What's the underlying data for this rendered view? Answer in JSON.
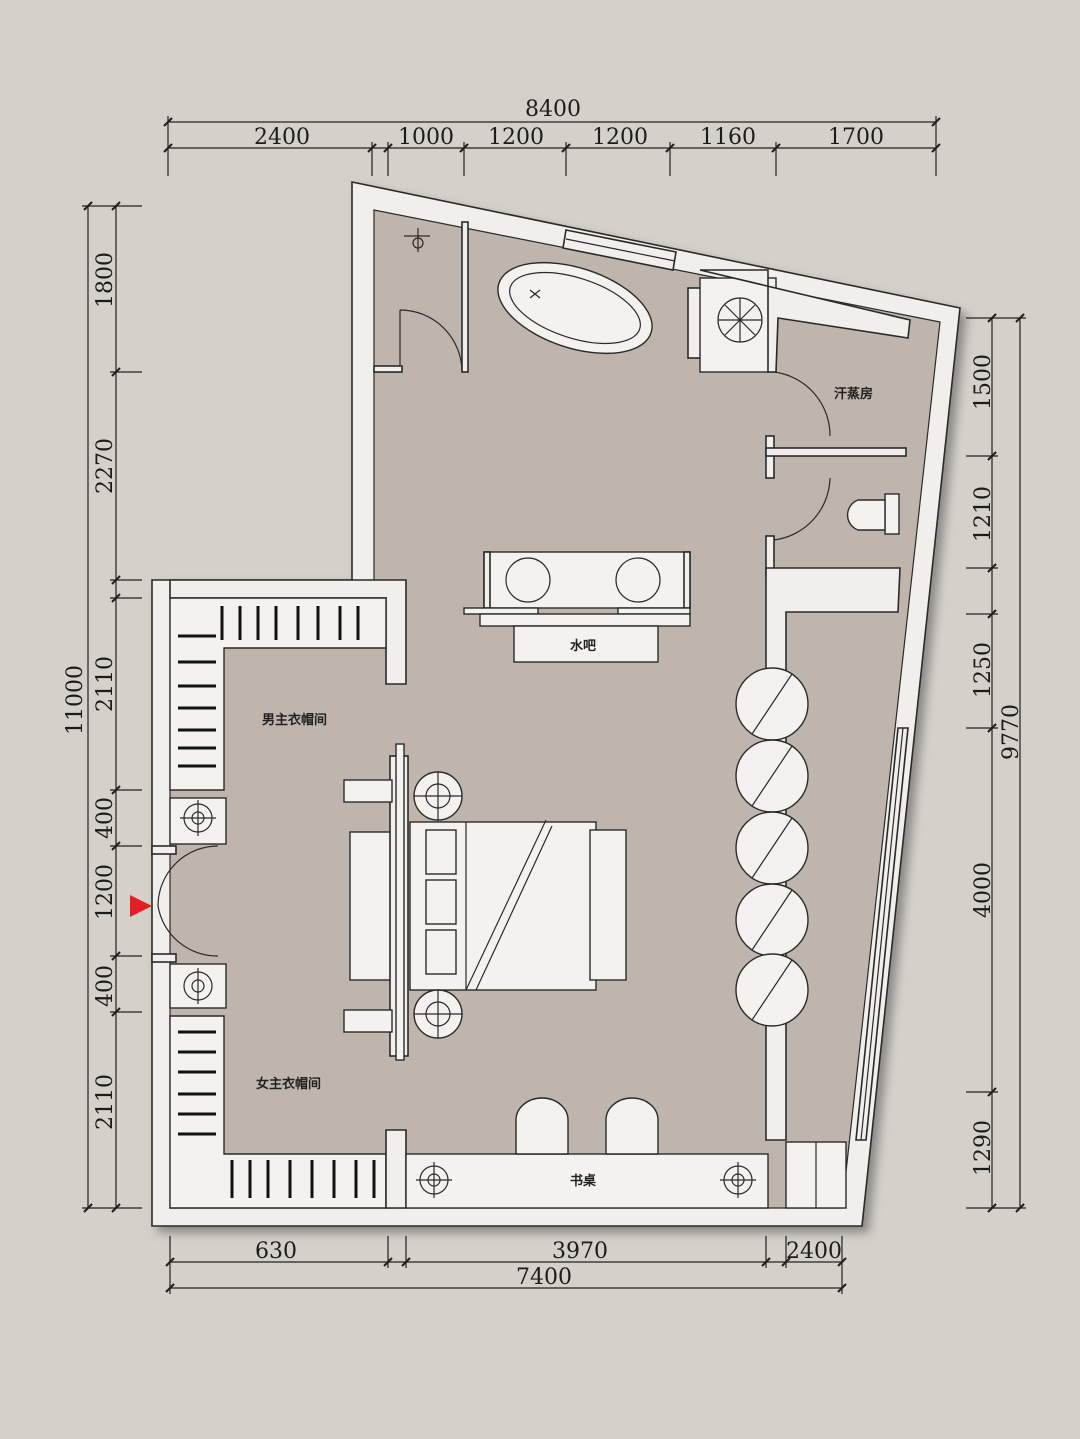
{
  "dimensions": {
    "top_total": "8400",
    "top_segments": [
      "2400",
      "1000",
      "1200",
      "1200",
      "1160",
      "1700"
    ],
    "left_total": "11000",
    "left_segments": [
      "1800",
      "2270",
      "2110",
      "400",
      "1200",
      "400",
      "2110"
    ],
    "right_total": "9770",
    "right_segments": [
      "1500",
      "1210",
      "1250",
      "4000",
      "1290"
    ],
    "bottom_segments": [
      "630",
      "3970",
      "2400"
    ],
    "bottom_total": "7400"
  },
  "rooms": {
    "sauna": "汗蒸房",
    "water_bar": "水吧",
    "mens_closet": "男主衣帽间",
    "womens_closet": "女主衣帽间",
    "desk": "书桌"
  },
  "colors": {
    "floor": "#bfb5ad",
    "wall": "#f1efeb",
    "background": "#d5d0ca",
    "entrance_marker": "#e31e24"
  }
}
